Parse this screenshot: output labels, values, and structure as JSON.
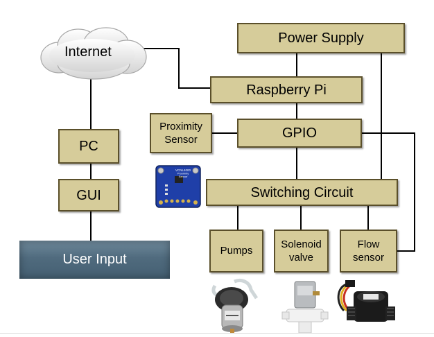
{
  "diagram": {
    "nodes": {
      "internet": "Internet",
      "pc": "PC",
      "gui": "GUI",
      "user_input": "User Input",
      "power_supply": "Power Supply",
      "raspberry_pi": "Raspberry Pi",
      "proximity_line1": "Proximity",
      "proximity_line2": "Sensor",
      "gpio": "GPIO",
      "switching_circuit": "Switching Circuit",
      "pumps": "Pumps",
      "solenoid_line1": "Solenoid",
      "solenoid_line2": "valve",
      "flow_line1": "Flow",
      "flow_line2": "sensor"
    },
    "board_text": {
      "line1": "VCNL4000",
      "line2": "Proximity",
      "line3": "Sensor"
    },
    "colors": {
      "box_fill": "#d6cc9a",
      "box_border": "#5a4f2a",
      "connector": "#000000",
      "user_input_fill": "#506b7e",
      "sensor_board": "#1f3fa8"
    }
  }
}
